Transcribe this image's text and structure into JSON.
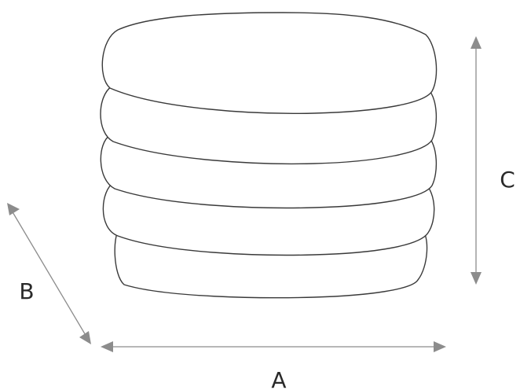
{
  "diagram": {
    "object": "stacked-ottoman-pouf",
    "dimensions": {
      "width_label": "A",
      "depth_label": "B",
      "height_label": "C"
    },
    "colors": {
      "outline": "#3a3a3a",
      "dimension_arrows": "#8c8c8c",
      "label_text": "#2a2a2a",
      "background": "#ffffff"
    }
  }
}
